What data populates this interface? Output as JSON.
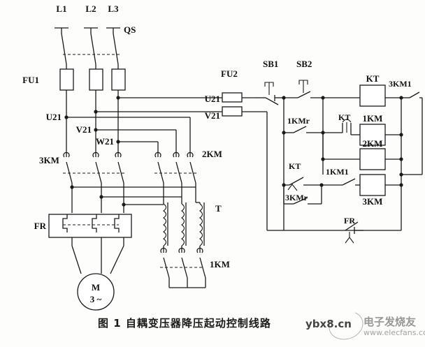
{
  "diagram": {
    "title": "自耦变压器降压起动控制线路",
    "caption": "图 1  自耦变压器降压起动控制线路",
    "figure_number": "图 1",
    "type": "electrical-schematic"
  },
  "power_circuit": {
    "supply_labels": [
      "L1",
      "L2",
      "L3"
    ],
    "disconnect_switch": "QS",
    "main_fuse": "FU1",
    "node_labels": [
      "U21",
      "V21",
      "W21"
    ],
    "contactor_left": "3KM",
    "contactor_right": "2KM",
    "overload_relay": "FR",
    "transformer": "T",
    "contactor_transformer": "1KM",
    "motor_label": "M",
    "motor_phase": "3 ~"
  },
  "control_circuit": {
    "fuse": "FU2",
    "line_u21": "U21",
    "line_v21": "V21",
    "stop_button": "SB1",
    "start_button": "SB2",
    "holding_contact": "1KMr",
    "timer_contact_nc": "KT",
    "timer_contact_delay": "KT",
    "aux_contact_3kmr": "3KMr",
    "aux_contact_1km1": "1KM1",
    "aux_contact_3km1": "3KM1",
    "overload_contact": "FR",
    "coils": [
      {
        "label": "KT"
      },
      {
        "label": "1KM"
      },
      {
        "label": "2KM"
      },
      {
        "label": "3KM"
      }
    ]
  },
  "watermarks": {
    "site": "ybx8.cn",
    "brand": "电子发烧友",
    "url": "www.elecfans.com"
  },
  "colors": {
    "line": "#1a1a1a",
    "background": "#fdfdfb",
    "text": "#111111"
  }
}
